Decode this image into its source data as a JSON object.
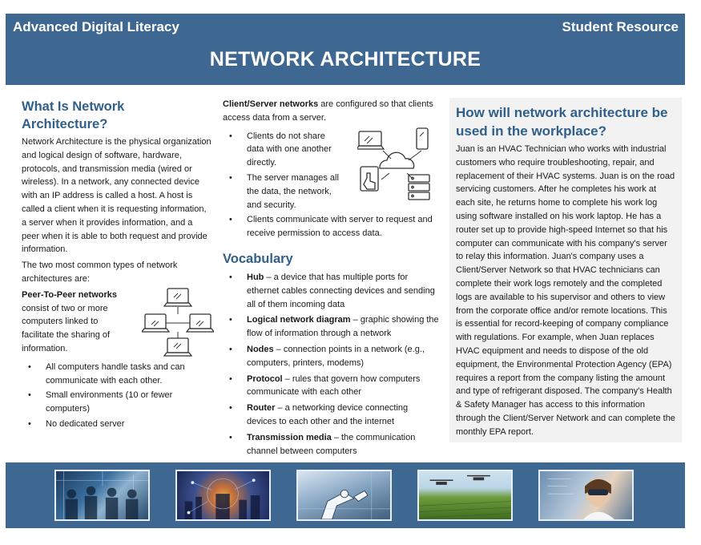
{
  "header": {
    "left_label": "Advanced Digital Literacy",
    "right_label": "Student Resource",
    "title": "NETWORK ARCHITECTURE"
  },
  "what_is": {
    "heading": "What Is Network Architecture?",
    "body": "Network Architecture is the physical organization and logical design of software, hardware, protocols, and transmission media (wired or wireless). In a network, any connected device with an IP address is called a host. A host is called a client when it is requesting information, a server when it provides information, and a peer when it is able to both request and provide information.",
    "two_types": "The two most common types of network architectures are:",
    "p2p_title": "Peer-To-Peer networks",
    "p2p_desc": "consist of two or more computers linked to facilitate the sharing of information.",
    "p2p_bullets": [
      "All computers handle tasks and can communicate with each other.",
      "Small environments (10 or fewer computers)",
      "No dedicated server"
    ]
  },
  "client_server": {
    "title": "Client/Server networks",
    "desc": " are configured so that clients access data from a server.",
    "bullets": [
      "Clients do not share data with one another directly.",
      "The server manages all the data, the network, and security.",
      "Clients communicate with server to request and receive permission to access data."
    ]
  },
  "vocabulary": {
    "heading": "Vocabulary",
    "items": [
      {
        "term": "Hub",
        "def": " – a device that has multiple ports for ethernet cables connecting devices and sending all of them incoming data"
      },
      {
        "term": "Logical network diagram",
        "def": " – graphic showing the flow of information through a network"
      },
      {
        "term": "Nodes",
        "def": " – connection points in a network (e.g., computers, printers, modems)"
      },
      {
        "term": "Protocol",
        "def": " – rules that govern how computers communicate with each other"
      },
      {
        "term": "Router",
        "def": " – a networking device connecting devices to each other and the internet"
      },
      {
        "term": "Transmission media",
        "def": " – the communication channel between computers"
      }
    ]
  },
  "workplace": {
    "heading": "How will network architecture be used in the workplace?",
    "body": "Juan is an HVAC Technician who works with industrial customers who require troubleshooting, repair, and replacement of their HVAC systems. Juan is on the road servicing customers. After he completes his work at each site, he returns home to complete his work log using software installed on his work laptop. He has a router set up to provide high-speed Internet so that his computer can communicate with his company's server to relay this information. Juan's company uses a Client/Server Network so that HVAC technicians can complete their work logs remotely and the completed logs are available to his supervisor and others to view from the corporate office and/or remote locations. This is essential for record-keeping of company compliance with regulations. For example, when Juan replaces HVAC equipment and needs to dispose of the old equipment, the Environmental Protection Agency (EPA) requires a report from the company listing the amount and type of refrigerant disposed. The company's Health & Safety Manager has access to this information through the Client/Server Network and can complete the monthly EPA report."
  },
  "icons": {
    "p2p": "peer-to-peer-network-icon",
    "client_server": "client-server-network-icon"
  },
  "colors": {
    "header_bg": "#3e6892",
    "heading_blue": "#2f5f8a",
    "panel_bg": "#f2f2f2"
  }
}
